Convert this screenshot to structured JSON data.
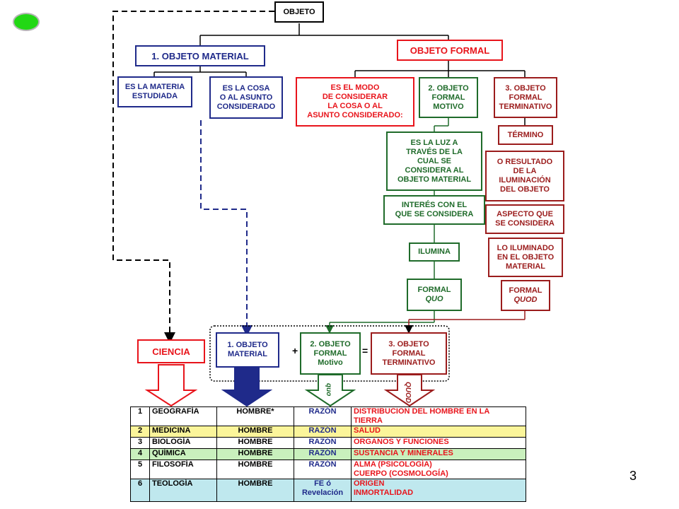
{
  "slide": {
    "page_number": "3",
    "status_dot_color": "#22d814"
  },
  "top": {
    "objeto": "OBJETO"
  },
  "material": {
    "title": "1.  OBJETO MATERIAL",
    "child_a": "ES LA MATERIA\nESTUDIADA",
    "child_b": "ES LA COSA\nO AL ASUNTO\nCONSIDERADO"
  },
  "formal": {
    "title": "OBJETO FORMAL",
    "modo": "ES  EL MODO\nDE CONSIDERAR\nLA COSA O AL\nASUNTO CONSIDERADO:",
    "motivo": "2.  OBJETO\nFORMAL\nMOTIVO",
    "terminativo": "3.  OBJETO\nFORMAL\nTERMINATIVO"
  },
  "motivo_chain": {
    "luz": "ES LA LUZ A\nTRAVÉS DE LA\nCUAL SE\nCONSIDERA AL\nOBJETO MATERIAL",
    "interes": "INTERÉS  CON EL\nQUE SE CONSIDERA",
    "ilumina": "ILUMINA",
    "formal_label": "FORMAL",
    "formal_quo": "QUO"
  },
  "terminativo_chain": {
    "termino": "TÉRMINO",
    "resultado": "O  RESULTADO\nDE LA\nILUMINACIÓN\nDEL OBJETO",
    "aspecto": "ASPECTO QUE\nSE CONSIDERA",
    "iluminado": "LO ILUMINADO\nEN EL OBJETO\nMATERIAL",
    "formal_label": "FORMAL",
    "formal_quod": "QUOD"
  },
  "equation": {
    "ciencia": "CIENCIA",
    "material": "1. OBJETO\nMATERIAL",
    "plus": "+",
    "motivo": "2. OBJETO\nFORMAL\nMotivo",
    "equals": "=",
    "terminativo": "3. OBJETO\nFORMAL\nTERMINATIVO",
    "arrow_quo": "quo",
    "arrow_quod": "QUOD"
  },
  "colors": {
    "black": "#000000",
    "blue": "#1f2a8a",
    "red": "#e8141b",
    "green": "#1f6b2a",
    "dark_red": "#9b1c1c"
  },
  "table": {
    "rows": [
      {
        "num": "1",
        "science": "GEOGRAFÍA",
        "object": "HOMBRE*",
        "reason": "RAZÓN",
        "result": "DISTRIBUCION DEL HOMBRE EN LA\nTIERRA",
        "bg": "#ffffff"
      },
      {
        "num": "2",
        "science": "MEDICINA",
        "object": "HOMBRE",
        "reason": "RAZÓN",
        "result": "SALUD",
        "bg": "#fbf59a"
      },
      {
        "num": "3",
        "science": "BIOLOGÍA",
        "object": "HOMBRE",
        "reason": "RAZÓN",
        "result": "ORGANOS Y FUNCIONES",
        "bg": "#ffffff"
      },
      {
        "num": "4",
        "science": "QUÍMICA",
        "object": "HOMBRE",
        "reason": "RAZÓN",
        "result": "SUSTANCIA Y MINERALES",
        "bg": "#c9f0bd"
      },
      {
        "num": "5",
        "science": "FILOSOFÍA",
        "object": "HOMBRE",
        "reason": "RAZÓN",
        "result": "ALMA        (PSICOLOGÍA)\nCUERPO    (COSMOLOGÍA)",
        "bg": "#ffffff"
      },
      {
        "num": "6",
        "science": "TEOLOGÍA",
        "object": "HOMBRE",
        "reason": "FE   ó\nRevelación",
        "result": "ORIGEN\nINMORTALIDAD",
        "bg": "#bfe8ee"
      }
    ]
  }
}
